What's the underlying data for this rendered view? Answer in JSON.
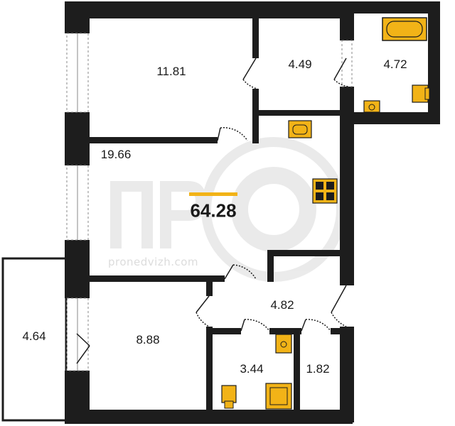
{
  "floor_plan": {
    "total_area": "64.28",
    "accent_color": "#f2b317",
    "fixture_color": "#f2b317",
    "wall_color": "#1d1d1d",
    "rooms": [
      {
        "name": "room-living",
        "area": "19.66"
      },
      {
        "name": "room-bedroom-top",
        "area": "11.81"
      },
      {
        "name": "room-wardrobe",
        "area": "4.49"
      },
      {
        "name": "room-bathroom",
        "area": "4.72"
      },
      {
        "name": "room-hall",
        "area": "4.82"
      },
      {
        "name": "room-bedroom-bottom",
        "area": "8.88"
      },
      {
        "name": "room-balcony",
        "area": "4.64"
      },
      {
        "name": "room-toilet",
        "area": "3.44"
      },
      {
        "name": "room-storage",
        "area": "1.82"
      }
    ],
    "fixtures": [
      "bathtub-icon",
      "sink-icon",
      "toilet-icon",
      "kitchen-sink-icon",
      "stove-icon",
      "shower-tray-icon"
    ],
    "watermark": {
      "logo": "ПРО",
      "text": "pronedvizh.com"
    }
  }
}
